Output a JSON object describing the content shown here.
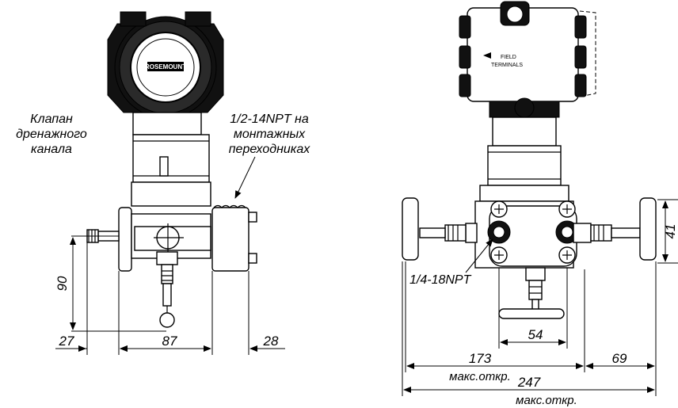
{
  "labels": {
    "drain_valve": [
      "Клапан",
      "дренажного",
      "канала"
    ],
    "npt_half": [
      "1/2-14NPT на",
      "монтажных",
      "переходниках"
    ],
    "npt_quarter": "1/4-18NPT",
    "brand_mark": "ROSEMOUNT",
    "field_terminals": [
      "FIELD",
      "TERMINALS"
    ]
  },
  "dimensions": {
    "left": {
      "d90": "90",
      "d27": "27",
      "d87": "87",
      "d28": "28"
    },
    "right": {
      "d41": "41",
      "d54": "54",
      "d173": "173",
      "d69": "69",
      "d247": "247",
      "max_open_1": "макс.откр.",
      "max_open_2": "макс.откр."
    }
  }
}
